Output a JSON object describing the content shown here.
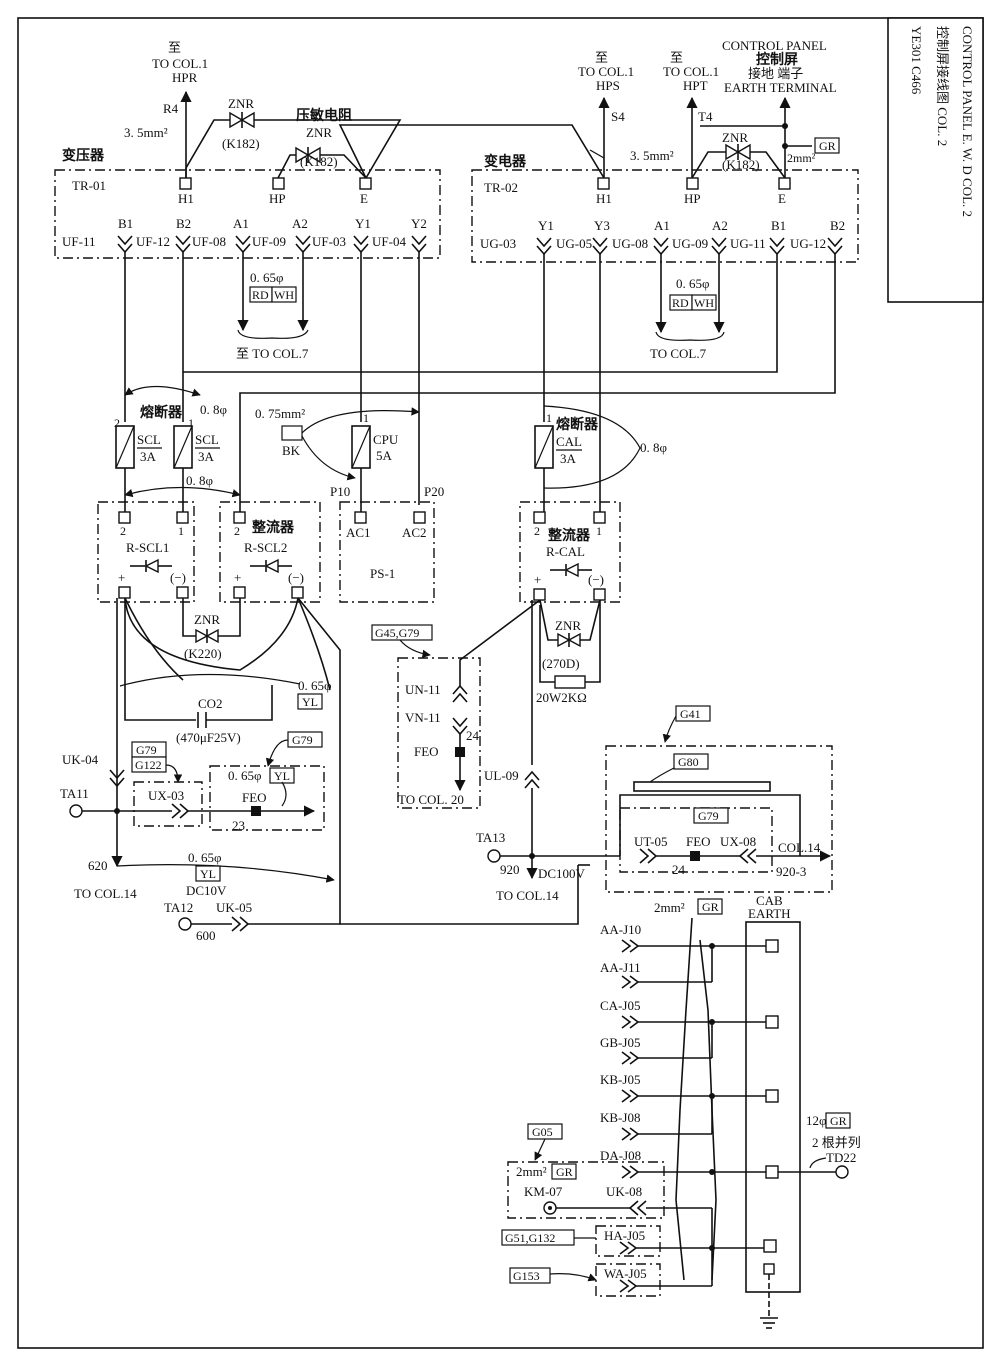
{
  "title_block": {
    "line1": "YE301 C466",
    "line2": "控制屏接线图 COL. 2",
    "line3": "CONTROL PANEL E. W. D COL. 2"
  },
  "top_labels": {
    "hpr_zhi": "至",
    "hpr_to": "TO COL.1",
    "hpr": "HPR",
    "hps_zhi": "至",
    "hps_to": "TO COL.1",
    "hps": "HPS",
    "hpt_zhi": "至",
    "hpt_to": "TO COL.1",
    "hpt": "HPT",
    "cp": "CONTROL PANEL",
    "cp_cn": "控制屏",
    "earth_cn": "接地  端子",
    "earth": "EARTH TERMINAL",
    "r4": "R4",
    "s4": "S4",
    "t4": "T4",
    "mm35a": "3. 5mm²",
    "mm35b": "3. 5mm²",
    "mm2": "2mm²",
    "gr": "GR",
    "znr": "ZNR",
    "znr2": "ZNR",
    "znr3": "ZNR",
    "k182": "(K182)",
    "k182b": "(K182)",
    "k182c": "(K182)",
    "varistor": "压敏电阻"
  },
  "tr01": {
    "cn": "变压器",
    "name": "TR-01",
    "top_terms": [
      "H1",
      "HP",
      "E"
    ],
    "bottom_terms": [
      "B1",
      "B2",
      "A1",
      "A2",
      "Y1",
      "Y2"
    ],
    "connectors": [
      "UF-11",
      "UF-12",
      "UF-08",
      "UF-09",
      "UF-03",
      "UF-04"
    ],
    "wire": "0. 65φ",
    "rd": "RD",
    "wh": "WH",
    "to_col7": "至 TO COL.7"
  },
  "tr02": {
    "cn": "变电器",
    "name": "TR-02",
    "top_terms": [
      "H1",
      "HP",
      "E"
    ],
    "bottom_terms": [
      "Y1",
      "Y3",
      "A1",
      "A2",
      "B1",
      "B2"
    ],
    "connectors": [
      "UG-03",
      "UG-05",
      "UG-08",
      "UG-09",
      "UG-11",
      "UG-12"
    ],
    "wire": "0. 65φ",
    "rd": "RD",
    "wh": "WH",
    "to_col7": "TO COL.7"
  },
  "fuses": {
    "cn_left": "熔断器",
    "cn_right": "熔断器",
    "scl1": "SCL",
    "scl1_a": "3A",
    "scl2": "SCL",
    "scl2_a": "3A",
    "cpu": "CPU",
    "cpu_a": "5A",
    "cal": "CAL",
    "cal_a": "3A",
    "w08a": "0. 8φ",
    "w08b": "0. 8φ",
    "w08c": "0. 8φ",
    "w075": "0. 75mm²",
    "bk": "BK",
    "p10": "P10",
    "p20": "P20",
    "n1": "1",
    "n2": "2"
  },
  "rectifiers": {
    "rscl1": "R-SCL1",
    "rscl2": "R-SCL2",
    "rcal": "R-CAL",
    "cn": "整流器",
    "cn2": "整流器",
    "ps1": "PS-1",
    "ac1": "AC1",
    "ac2": "AC2",
    "plus": "+",
    "minus": "(−)",
    "t1": "1",
    "t2": "2"
  },
  "lower_left": {
    "znr": "ZNR",
    "k220": "(K220)",
    "w065": "0. 65φ",
    "yl": "YL",
    "co2": "CO2",
    "co2_val": "(470μF25V)",
    "uk04": "UK-04",
    "g79": "G79",
    "g122": "G122",
    "g79b": "G79",
    "ta11": "TA11",
    "ux03": "UX-03",
    "w065b": "0. 65φ",
    "yl2": "YL",
    "feo": "FEO",
    "n23": "23",
    "n620": "620",
    "to_col14": "TO COL.14",
    "w065c": "0. 65φ",
    "yl3": "YL",
    "dc10v": "DC10V",
    "ta12": "TA12",
    "uk05": "UK-05",
    "n600": "600"
  },
  "middle": {
    "g45": "G45,G79",
    "un11": "UN-11",
    "vn11": "VN-11",
    "n24": "24",
    "feo": "FEO",
    "to_col20": "TO COL. 20",
    "znr": "ZNR",
    "k270": "(270D)",
    "res": "20W2KΩ",
    "ul09": "UL-09",
    "ta13": "TA13",
    "n920": "920",
    "dc100v": "DC100V",
    "to_col14": "TO COL.14"
  },
  "right_block": {
    "g41": "G41",
    "g80": "G80",
    "g79": "G79",
    "ut05": "UT-05",
    "feo": "FEO",
    "ux08": "UX-08",
    "col14": "COL.14",
    "n24": "24",
    "n9203": "920-3"
  },
  "earth": {
    "mm2": "2mm²",
    "gr": "GR",
    "cab": "CAB",
    "cab_earth": "EARTH",
    "connectors": [
      "AA-J10",
      "AA-J11",
      "CA-J05",
      "GB-J05",
      "KB-J05",
      "KB-J08",
      "DA-J08"
    ],
    "g05": "G05",
    "mm2b": "2mm²",
    "grb": "GR",
    "km07": "KM-07",
    "uk08": "UK-08",
    "g51": "G51,G132",
    "ha": "HA-J05",
    "g153": "G153",
    "wa": "WA-J05",
    "w12": "12φ",
    "gr12": "GR",
    "parallel": "2 根并列",
    "td22": "TD22"
  }
}
